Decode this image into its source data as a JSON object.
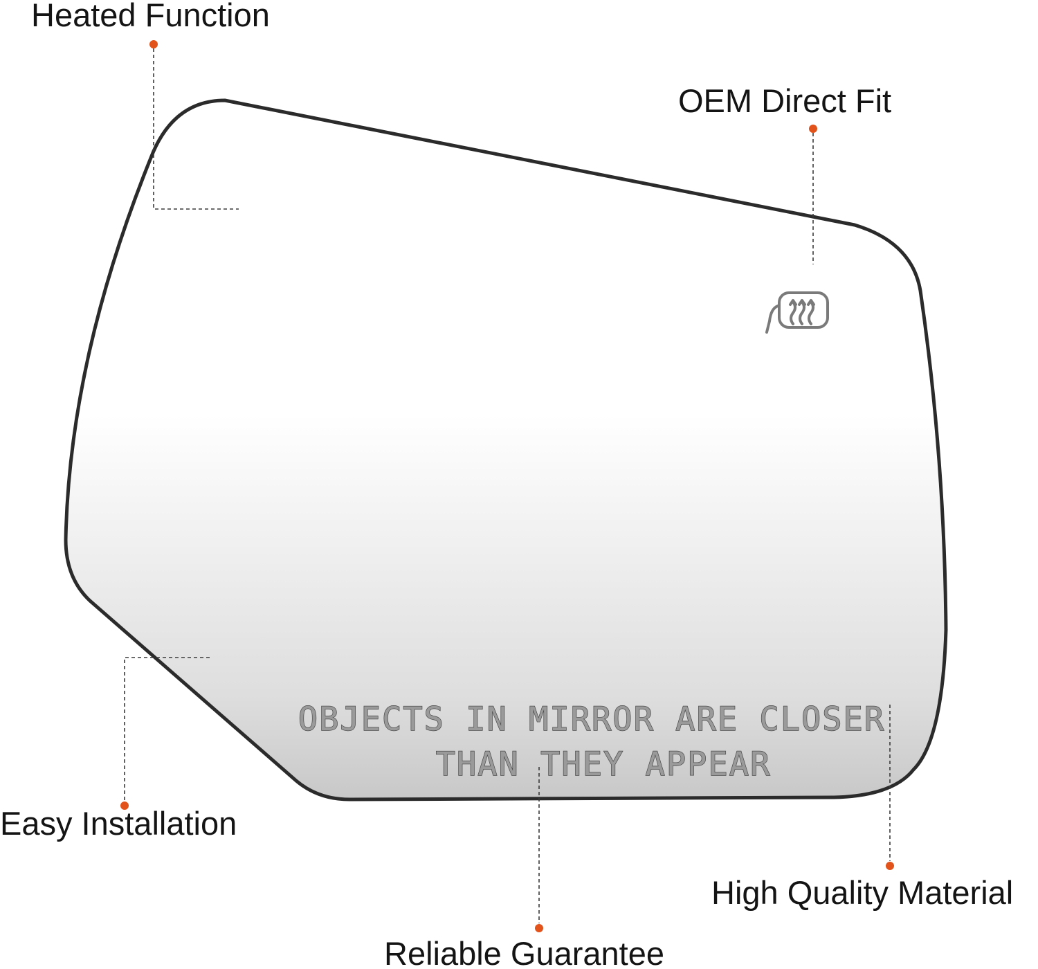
{
  "callouts": {
    "heated_function": "Heated Function",
    "oem_direct_fit": "OEM Direct Fit",
    "easy_installation": "Easy Installation",
    "reliable_guarantee": "Reliable Guarantee",
    "high_quality_material": "High Quality Material"
  },
  "mirror": {
    "warning_line_1": "OBJECTS IN MIRROR ARE CLOSER",
    "warning_line_2": "THAN THEY APPEAR",
    "heated_icon": "heated-mirror-icon"
  },
  "colors": {
    "marker": "#e2531b",
    "outline": "#2b2b2b",
    "glass_gradient_top": "#ffffff",
    "glass_gradient_bottom": "#c9c9c9"
  }
}
